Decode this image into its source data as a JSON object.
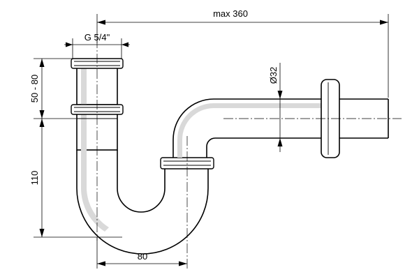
{
  "dimensions": {
    "overall_length": "max 360",
    "thread_size": "G 5/4\"",
    "adjustable_height": "50 - 80",
    "trap_depth": "110",
    "outlet_offset": "80",
    "pipe_diameter": "Ø32"
  }
}
